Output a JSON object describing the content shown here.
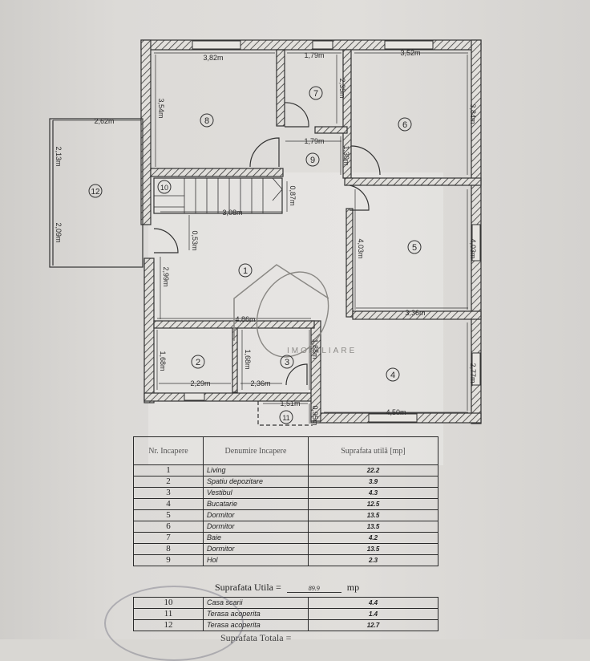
{
  "plan": {
    "rooms": [
      {
        "id": "1",
        "label": "1"
      },
      {
        "id": "2",
        "label": "2"
      },
      {
        "id": "3",
        "label": "3"
      },
      {
        "id": "4",
        "label": "4"
      },
      {
        "id": "5",
        "label": "5"
      },
      {
        "id": "6",
        "label": "6"
      },
      {
        "id": "7",
        "label": "7"
      },
      {
        "id": "8",
        "label": "8"
      },
      {
        "id": "9",
        "label": "9"
      },
      {
        "id": "10",
        "label": "10"
      },
      {
        "id": "11",
        "label": "11"
      },
      {
        "id": "12",
        "label": "12"
      }
    ],
    "dimensions": {
      "r8_width": "3,82m",
      "r8_height": "3,54m",
      "r7_width_top": "1,79m",
      "r7_height": "2,35m",
      "r7_width_bottom": "1,79m",
      "r9_height": "1,30m",
      "r6_width": "3,52m",
      "r6_height": "3,84m",
      "r12_width": "2,62m",
      "r12_h_top": "2,13m",
      "r12_h_bottom": "2,09m",
      "stair_height": "0,87m",
      "stair_width": "3,08m",
      "r1_small": "0,53m",
      "r1_height": "2,99m",
      "r1_width": "4,86m",
      "r5_height_left": "4,03m",
      "r5_height_right": "4,03m",
      "r5_width": "3,36m",
      "r2_height": "1,68m",
      "r2_width": "2,29m",
      "r3_height_left": "1,68m",
      "r3_height_right": "1,88m",
      "r3_width": "2,36m",
      "r11_width": "1,51m",
      "r11_height": "0,95m",
      "r4_height": "2,77m",
      "r4_width": "4,50m"
    },
    "watermark": {
      "brand": "IMOBILIARE"
    }
  },
  "table": {
    "headers": {
      "nr": "Nr. Incapere",
      "name": "Denumire Incapere",
      "area": "Suprafata utilă [mp]"
    },
    "rows": [
      {
        "nr": "1",
        "name": "Living",
        "area": "22.2"
      },
      {
        "nr": "2",
        "name": "Spatiu depozitare",
        "area": "3.9"
      },
      {
        "nr": "3",
        "name": "Vestibul",
        "area": "4.3"
      },
      {
        "nr": "4",
        "name": "Bucatarie",
        "area": "12.5"
      },
      {
        "nr": "5",
        "name": "Dormitor",
        "area": "13.5"
      },
      {
        "nr": "6",
        "name": "Dormitor",
        "area": "13.5"
      },
      {
        "nr": "7",
        "name": "Baie",
        "area": "4.2"
      },
      {
        "nr": "8",
        "name": "Dormitor",
        "area": "13.5"
      },
      {
        "nr": "9",
        "name": "Hol",
        "area": "2.3"
      }
    ],
    "useful_area": {
      "label": "Suprafata Utila =",
      "value": "89.9",
      "unit": "mp"
    },
    "extra_rows": [
      {
        "nr": "10",
        "name": "Casa scarii",
        "area": "4.4"
      },
      {
        "nr": "11",
        "name": "Terasa acoperita",
        "area": "1.4"
      },
      {
        "nr": "12",
        "name": "Terasa acoperita",
        "area": "12.7"
      }
    ],
    "total_label": "Suprafata Totala ="
  }
}
